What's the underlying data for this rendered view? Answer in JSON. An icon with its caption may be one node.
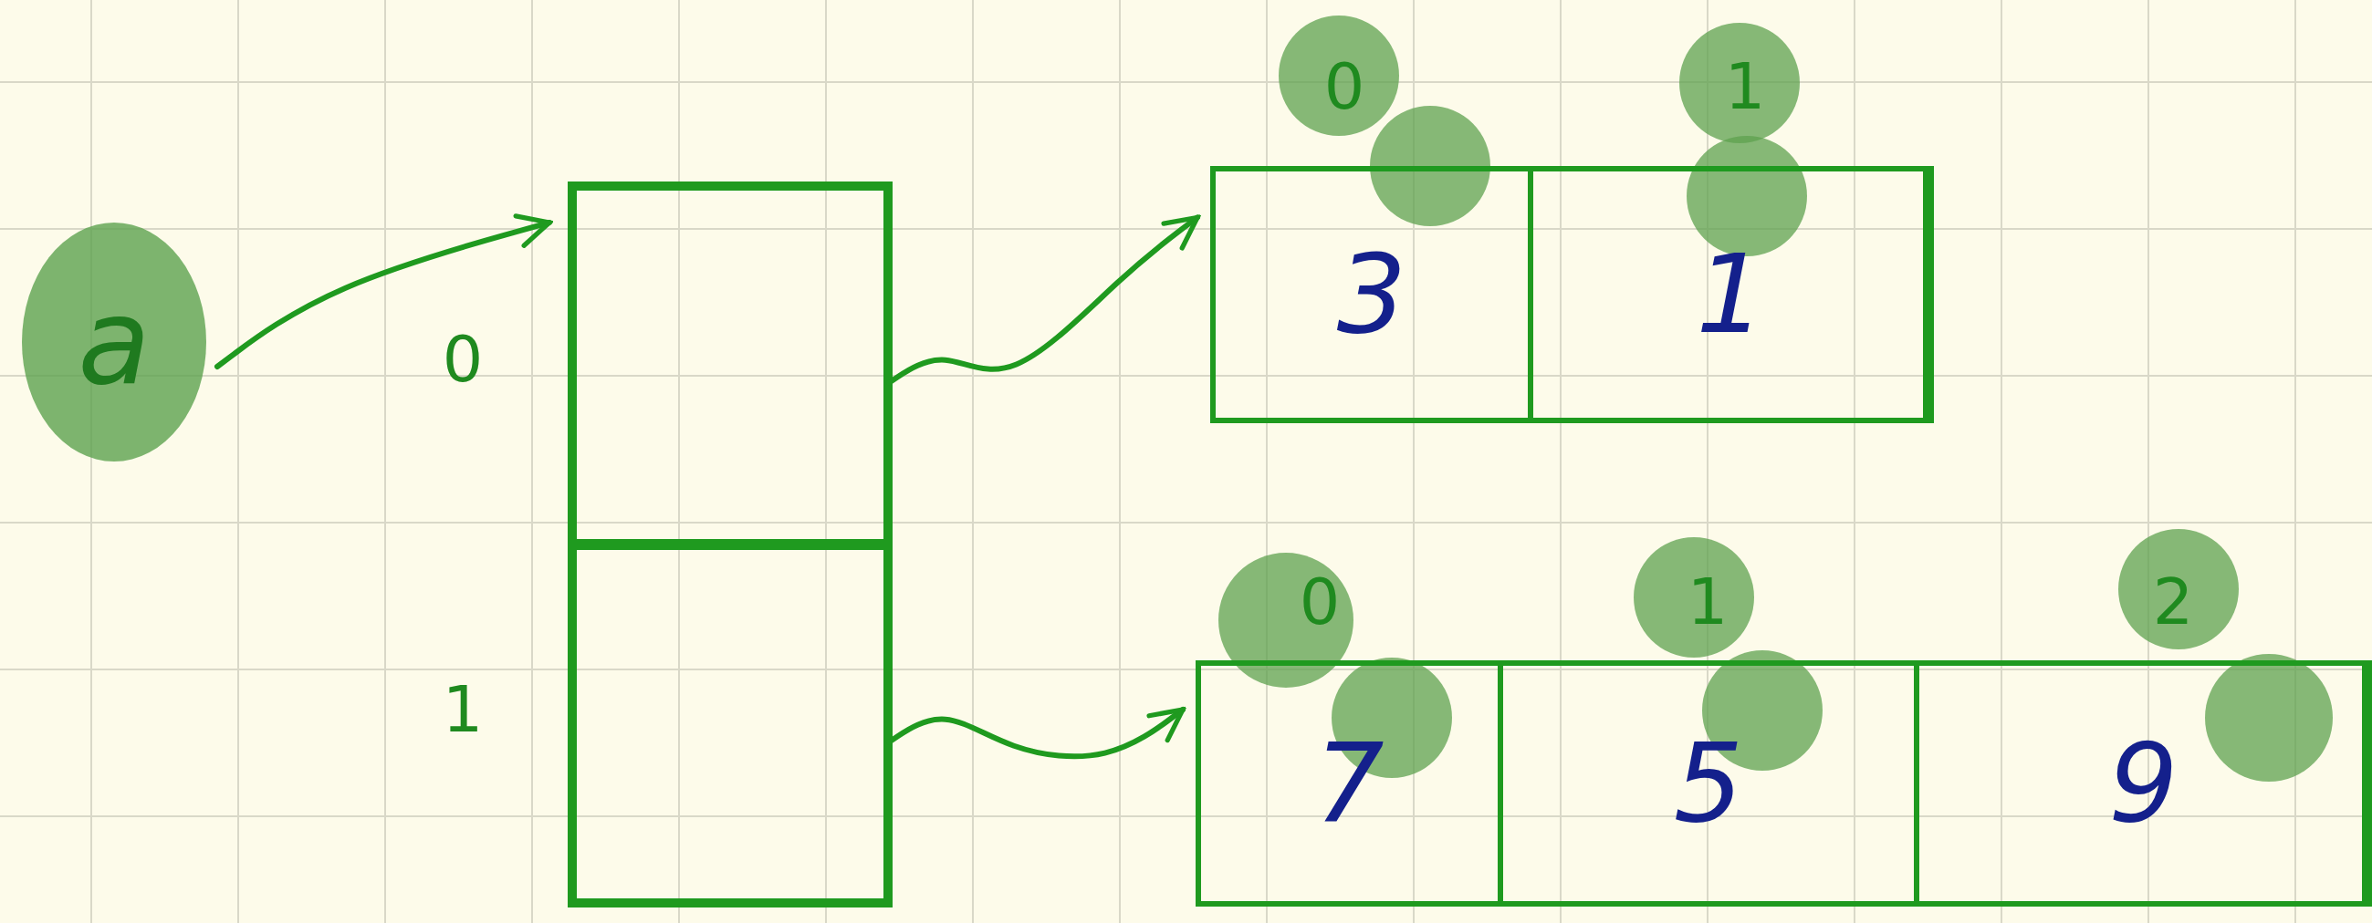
{
  "diagram": {
    "nodes": [
      {
        "text": [
          "a"
        ]
      },
      {
        "text": [],
        "shape": "box"
      },
      {
        "text": [],
        "shape": "box",
        "in": 1,
        "beside": [
          "0"
        ]
      },
      {
        "text": [],
        "shape": "box",
        "in": 1,
        "beside": [
          "1"
        ]
      },
      {
        "text": [],
        "shape": "box"
      },
      {
        "text": [
          "3"
        ],
        "in": 4,
        "beside": [
          "0"
        ]
      },
      {
        "text": [
          "1"
        ],
        "in": 4,
        "beside": [
          "1"
        ]
      },
      {
        "text": [],
        "shape": "box"
      },
      {
        "text": [
          "7"
        ],
        "in": 7,
        "beside": [
          "0"
        ]
      },
      {
        "text": [
          "5"
        ],
        "in": 7,
        "beside": [
          "1"
        ]
      },
      {
        "text": [
          "9"
        ],
        "in": 7,
        "beside": [
          "2"
        ]
      }
    ],
    "edges": [
      {
        "from": 0,
        "to": 1,
        "arrow": "to"
      },
      {
        "from": 2,
        "to": 4,
        "arrow": "to"
      },
      {
        "from": 3,
        "to": 7,
        "arrow": "to"
      }
    ]
  }
}
